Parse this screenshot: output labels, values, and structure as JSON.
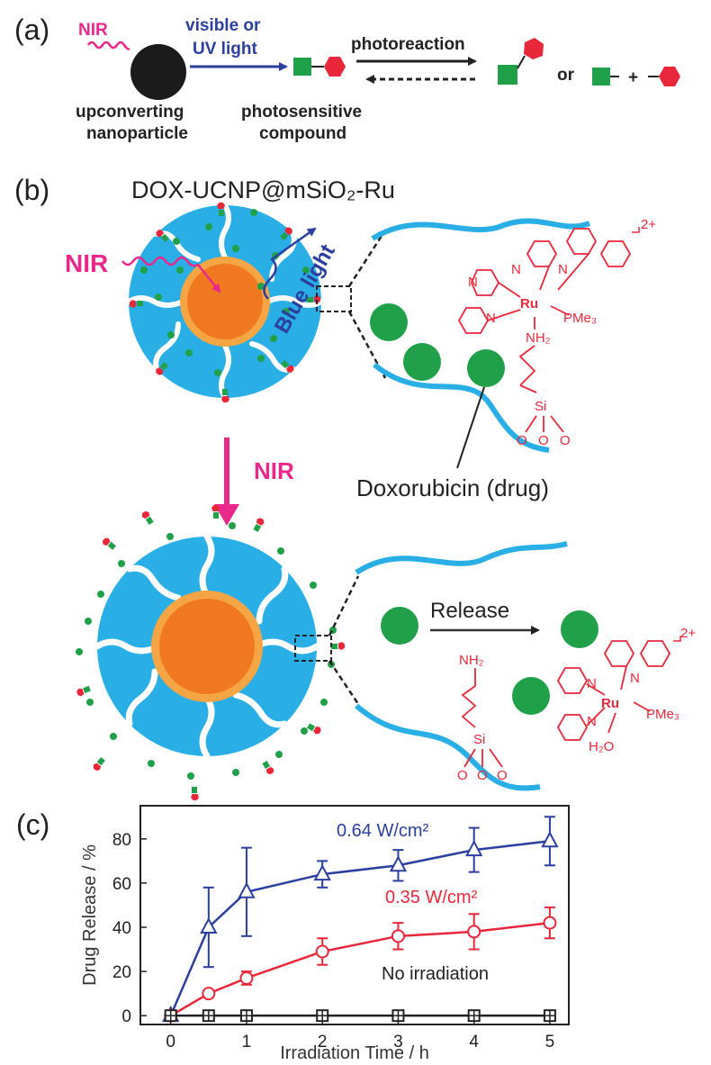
{
  "panel_a": {
    "label": "(a)",
    "nir": "NIR",
    "light_line1": "visible or",
    "light_line2": "UV light",
    "photoreaction": "photoreaction",
    "or": "or",
    "plus": "+",
    "np_line1": "upconverting",
    "np_line2": "nanoparticle",
    "cmp_line1": "photosensitive",
    "cmp_line2": "compound"
  },
  "panel_b": {
    "label": "(b)",
    "title": "DOX-UCNP@mSiO₂-Ru",
    "nir": "NIR",
    "blue_light": "Blue light",
    "arrow_label": "NIR",
    "drug": "Doxorubicin (drug)",
    "release": "Release",
    "charge": "2+",
    "atoms": {
      "N": "N",
      "Ru": "Ru",
      "PMe3": "PMe₃",
      "NH2": "NH₂",
      "H2O": "H₂O",
      "Si": "Si",
      "O": "O"
    }
  },
  "panel_c": {
    "label": "(c)"
  },
  "colors": {
    "silica": "#29aee6",
    "core": "#f07820",
    "shell": "#f6a545",
    "drug": "#21a04a",
    "ru": "#e8283a",
    "nir": "#e8288a",
    "blue_series": "#2b3f9e",
    "red_series": "#e8283a",
    "black_series": "#222222"
  },
  "chart_data": {
    "type": "line",
    "xlabel": "Irradiation Time / h",
    "ylabel": "Drug Release / %",
    "xlim": [
      -0.4,
      5.25
    ],
    "ylim": [
      -4,
      95
    ],
    "xticks": [
      0,
      1,
      2,
      3,
      4,
      5
    ],
    "yticks": [
      0,
      20,
      40,
      60,
      80
    ],
    "series": [
      {
        "name": "0.64 W/cm²",
        "marker": "triangle",
        "color": "#2b3f9e",
        "x": [
          0,
          0.5,
          1,
          2,
          3,
          4,
          5
        ],
        "y": [
          0,
          40,
          56,
          64,
          68,
          75,
          79
        ],
        "err": [
          1,
          18,
          20,
          6,
          7,
          10,
          11
        ]
      },
      {
        "name": "0.35 W/cm²",
        "marker": "circle",
        "color": "#e8283a",
        "x": [
          0,
          0.5,
          1,
          2,
          3,
          4,
          5
        ],
        "y": [
          0,
          10,
          17,
          29,
          36,
          38,
          42
        ],
        "err": [
          1,
          1.5,
          3,
          6,
          6,
          8,
          7
        ]
      },
      {
        "name": "No irradiation",
        "marker": "square-cross",
        "color": "#222222",
        "x": [
          0,
          0.5,
          1,
          2,
          3,
          4,
          5
        ],
        "y": [
          0,
          0,
          0,
          0,
          0,
          0,
          0
        ],
        "err": [
          0,
          0,
          0,
          0,
          0,
          0,
          0
        ]
      }
    ]
  }
}
